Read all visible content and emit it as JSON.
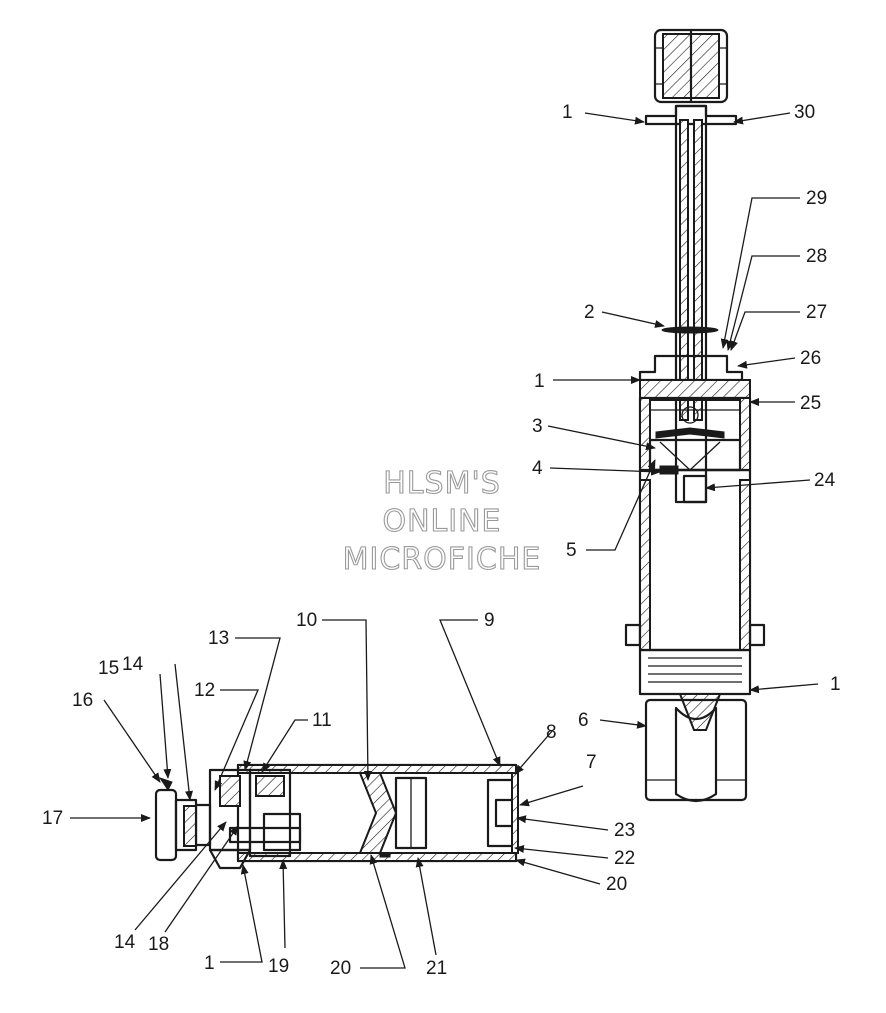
{
  "watermark": {
    "line1": "HLSM'S",
    "line2": "ONLINE",
    "line3": "MICROFICHE"
  },
  "callouts": {
    "c1_top": "1",
    "c30": "30",
    "c29": "29",
    "c28": "28",
    "c2": "2",
    "c27": "27",
    "c26": "26",
    "c1_mid": "1",
    "c25": "25",
    "c3": "3",
    "c4": "4",
    "c24": "24",
    "c5": "5",
    "c10": "10",
    "c9": "9",
    "c13": "13",
    "c1_right": "1",
    "c6": "6",
    "c15": "15",
    "c14_top": "14",
    "c12": "12",
    "c16": "16",
    "c11": "11",
    "c8": "8",
    "c7": "7",
    "c17": "17",
    "c23": "23",
    "c22": "22",
    "c20_right": "20",
    "c14_bottom": "14",
    "c18": "18",
    "c1_bottom": "1",
    "c19": "19",
    "c20_bottom": "20",
    "c21": "21"
  }
}
